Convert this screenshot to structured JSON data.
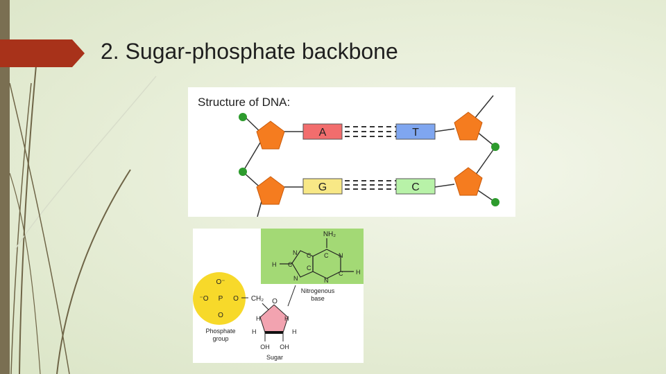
{
  "slide": {
    "title": "2. Sugar-phosphate backbone",
    "accent_color": "#a8321a",
    "sidebar_color": "#7a6f52"
  },
  "dna_diagram": {
    "heading": "Structure of DNA:",
    "pairs": [
      {
        "left": "A",
        "right": "T",
        "left_color": "#f26d6d",
        "right_color": "#7fa6f0"
      },
      {
        "left": "G",
        "right": "C",
        "left_color": "#f8e886",
        "right_color": "#b8f2a8"
      }
    ],
    "sugar_color": "#f57c1f",
    "phosphate_color": "#2d9b2d"
  },
  "nucleotide_diagram": {
    "phosphate": {
      "label_line1": "Phosphate",
      "label_line2": "group",
      "color": "#f7d92a",
      "atoms": {
        "o_top": "O⁻",
        "o_left": "⁻O",
        "p": "P",
        "o_right": "O",
        "o_bottom": "O"
      }
    },
    "base": {
      "label_line1": "Nitrogenous",
      "label_line2": "base",
      "color": "#a3d975",
      "nh2": "NH₂"
    },
    "sugar": {
      "label": "Sugar",
      "color": "#f2a3b0",
      "ch2": "CH₂",
      "ring_o": "O",
      "oh": "OH",
      "h": "H"
    }
  }
}
